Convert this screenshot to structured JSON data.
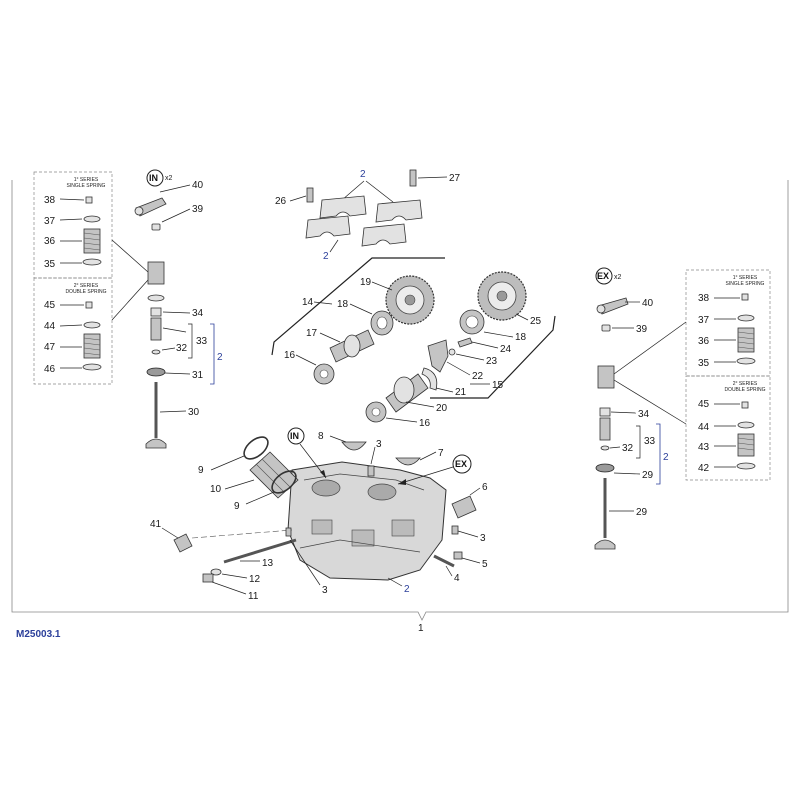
{
  "reference_code": "M25003.1",
  "assembly_label": "1",
  "intake": {
    "tag": "IN",
    "qty": "x2"
  },
  "exhaust": {
    "tag": "EX",
    "qty": "x2"
  },
  "series_1_title_a": "1° SERIES",
  "series_1_title_b": "SINGLE SPRING",
  "series_2_title_a": "2° SERIES",
  "series_2_title_b": "DOUBLE SPRING",
  "head_in_tag": "IN",
  "head_ex_tag": "EX",
  "labels": {
    "l1": "2",
    "l2": "27",
    "l3": "26",
    "l4": "2",
    "l5": "40",
    "l6": "39",
    "l7": "38",
    "l8": "37",
    "l9": "36",
    "l10": "35",
    "l11": "45",
    "l12": "44",
    "l13": "47",
    "l14": "46",
    "l15": "34",
    "l16": "33",
    "l17": "32",
    "l18": "31",
    "l19": "2",
    "l20": "30",
    "l21": "14",
    "l22": "19",
    "l23": "18",
    "l24": "17",
    "l25": "16",
    "l26": "25",
    "l27": "18",
    "l28": "24",
    "l29": "23",
    "l30": "22",
    "l31": "21",
    "l32": "15",
    "l33": "20",
    "l34": "16",
    "l35": "8",
    "l36": "3",
    "l37": "7",
    "l38": "9",
    "l39": "10",
    "l40": "9",
    "l41": "41",
    "l42": "13",
    "l43": "12",
    "l44": "11",
    "l45": "3",
    "l46": "2",
    "l47": "6",
    "l48": "3",
    "l49": "4",
    "l50": "5",
    "l51": "40",
    "l52": "39",
    "l53": "38",
    "l54": "37",
    "l55": "36",
    "l56": "35",
    "l57": "45",
    "l58": "44",
    "l59": "43",
    "l60": "42",
    "l61": "34",
    "l62": "33",
    "l63": "32",
    "l64": "2",
    "l65": "29",
    "l66": "29"
  }
}
